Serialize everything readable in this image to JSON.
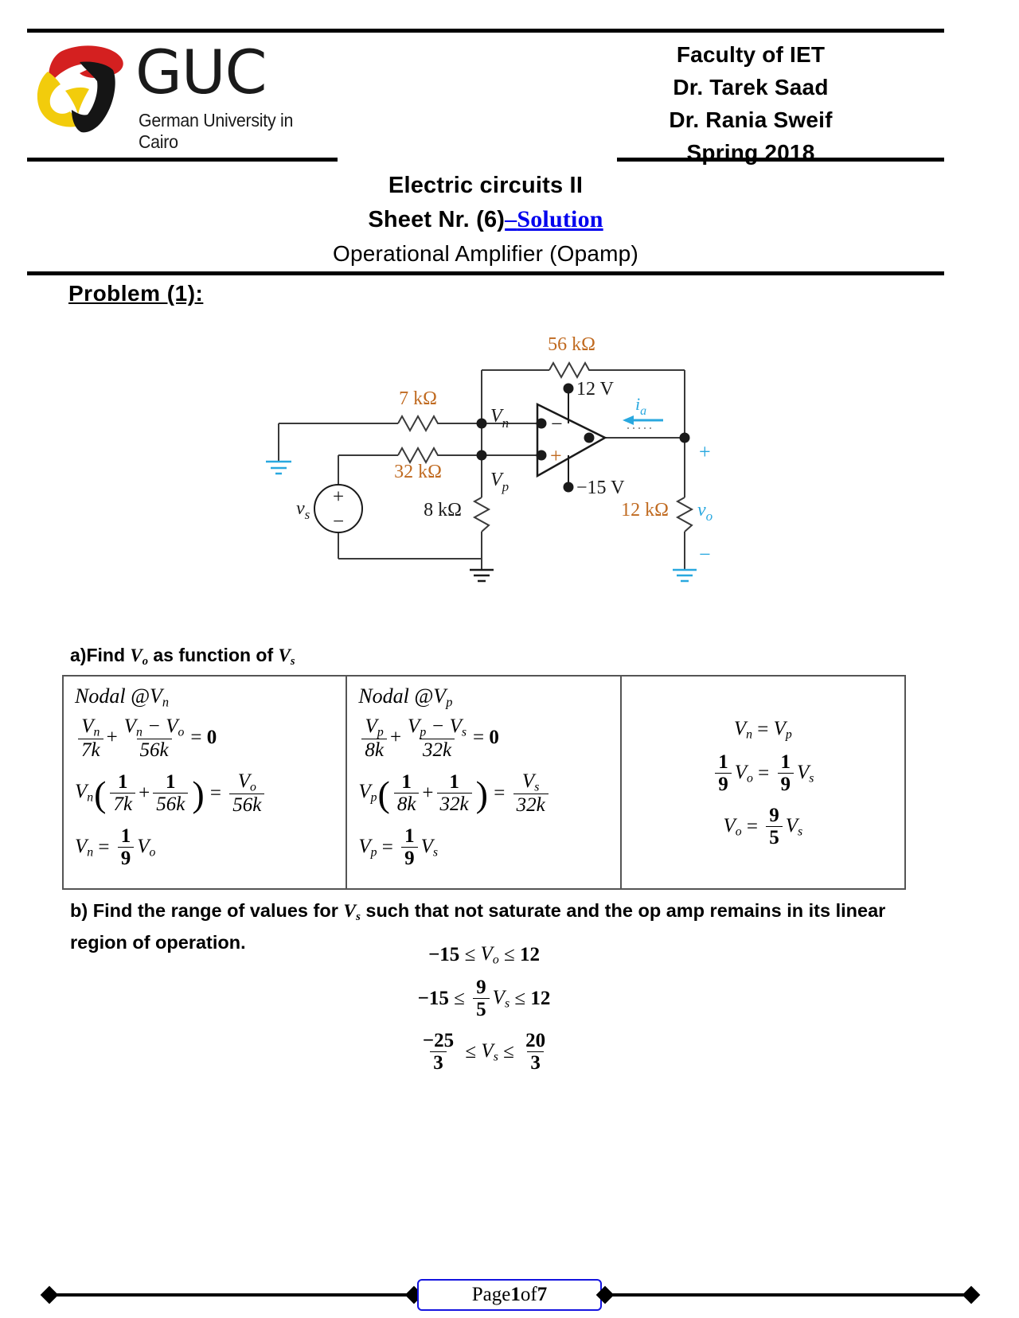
{
  "header": {
    "logo": {
      "name": "GUC",
      "subtitle": "German University in Cairo",
      "colors": {
        "red": "#d42020",
        "yellow": "#f2cc0c",
        "black": "#151515"
      }
    },
    "faculty": "Faculty of IET",
    "instructor1": "Dr. Tarek Saad",
    "instructor2": "Dr. Rania Sweif",
    "term": "Spring 2018"
  },
  "title": {
    "course": "Electric circuits II",
    "sheet_prefix": "Sheet Nr. (6)",
    "sheet_dash": "–",
    "sheet_solution": "Solution",
    "topic": "Operational Amplifier (Opamp)",
    "solution_color": "#0000ee"
  },
  "problem": {
    "heading": "Problem (1):"
  },
  "circuit": {
    "labels": {
      "r_feedback": "56 kΩ",
      "r_in_inv": "7 kΩ",
      "r_in_nin": "32 kΩ",
      "r_shunt": "8 kΩ",
      "r_load": "12 kΩ",
      "node_n": "V",
      "node_n_sub": "n",
      "node_p": "V",
      "node_p_sub": "p",
      "supply_pos": "12 V",
      "supply_neg": "−15 V",
      "current": "i",
      "current_sub": "a",
      "source": "v",
      "source_sub": "s",
      "vout": "v",
      "vout_sub": "o",
      "plus": "+",
      "minus": "−",
      "opamp_neg": "−",
      "opamp_pos": "+"
    },
    "accent_color": "#29a8df",
    "label_color": "#c06a20"
  },
  "part_a": {
    "prompt_plain": "a)Find ",
    "prompt_vo": "V",
    "prompt_vo_sub": "o",
    "prompt_mid": " as function of ",
    "prompt_vs": "V",
    "prompt_vs_sub": "s"
  },
  "table": {
    "col1": {
      "head_plain": "Nodal @V",
      "head_sub": "n",
      "eq1": "Vn/7k + (Vn − Vo)/56k = 0",
      "eq2": "Vn (1/7k + 1/56k) = Vo/56k",
      "eq3": "Vn = (1/9) Vo",
      "terms": {
        "vn": "V",
        "vn_sub": "n",
        "vo": "V",
        "vo_sub": "o",
        "d7k": "7k",
        "d56k": "56k",
        "one": "1",
        "nine": "9",
        "zero": "0",
        "plus": "+",
        "minus": "−",
        "eq": "="
      }
    },
    "col2": {
      "head_plain": "Nodal @V",
      "head_sub": "p",
      "eq1": "Vp/8k + (Vp − Vs)/32k = 0",
      "eq2": "Vp (1/8k + 1/32k) = Vs/32k",
      "eq3": "Vp = (1/9) Vs",
      "terms": {
        "vp": "V",
        "vp_sub": "p",
        "vs": "V",
        "vs_sub": "s",
        "d8k": "8k",
        "d32k": "32k",
        "one": "1",
        "nine": "9",
        "zero": "0",
        "plus": "+",
        "minus": "−",
        "eq": "="
      }
    },
    "col3": {
      "eq1": "Vn = Vp",
      "eq2": "(1/9) Vo = (1/9) Vs",
      "eq3": "Vo = (9/5) Vs",
      "terms": {
        "vn": "V",
        "vn_sub": "n",
        "vp": "V",
        "vp_sub": "p",
        "vo": "V",
        "vo_sub": "o",
        "vs": "V",
        "vs_sub": "s",
        "one": "1",
        "nine": "9",
        "five": "5",
        "eq": "="
      }
    }
  },
  "part_b": {
    "text": "b) Find the range of values for Vs such that not saturate and the op amp remains in its linear region of operation.",
    "text_part1": "b) Find the range of values for ",
    "text_vs": "V",
    "text_vs_sub": "s",
    "text_part2": " such that not saturate and the op amp remains in its linear region of operation.",
    "eq1": "−15 ≤ Vo ≤ 12",
    "eq2": "−15 ≤ (9/5) Vs ≤ 12",
    "eq3": "−25/3 ≤ Vs ≤ 20/3",
    "values": {
      "neg15": "−15",
      "twelve": "12",
      "nine": "9",
      "five": "5",
      "neg25": "−25",
      "three": "3",
      "twenty": "20",
      "le": "≤",
      "vo": "V",
      "vo_sub": "o",
      "vs": "V",
      "vs_sub": "s"
    }
  },
  "footer": {
    "page_prefix": "Page ",
    "page_number": "1",
    "page_middle": " of ",
    "page_total": "7",
    "border_color": "#1414e0"
  }
}
